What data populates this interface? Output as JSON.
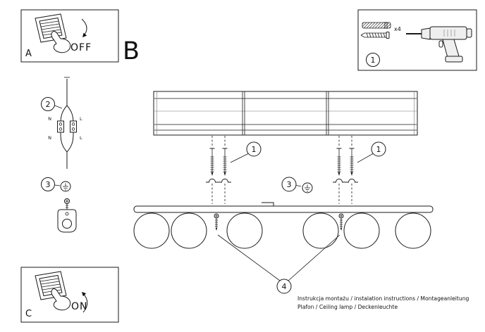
{
  "colors": {
    "ink": "#1a1a1a"
  },
  "panel_a": {
    "label": "A",
    "switch_state": "OFF"
  },
  "section_label": "B",
  "panel_c": {
    "label": "C",
    "switch_state": "ON"
  },
  "kit_panel": {
    "callout": "1",
    "screw_qty": "x4"
  },
  "callouts": {
    "screws_left": "1",
    "screws_right": "1",
    "wiring": "2",
    "ground_left": "3",
    "ground_center": "3",
    "lamp_screws": "4"
  },
  "wiring": {
    "top_left": "N",
    "top_right": "L",
    "bottom_left": "N",
    "bottom_right": "L"
  },
  "footer": {
    "line1": "Instrukcja montażu / instalation instructions / Montageanleitung",
    "line2": "Plafon / Ceiling lamp / Deckenleuchte"
  }
}
